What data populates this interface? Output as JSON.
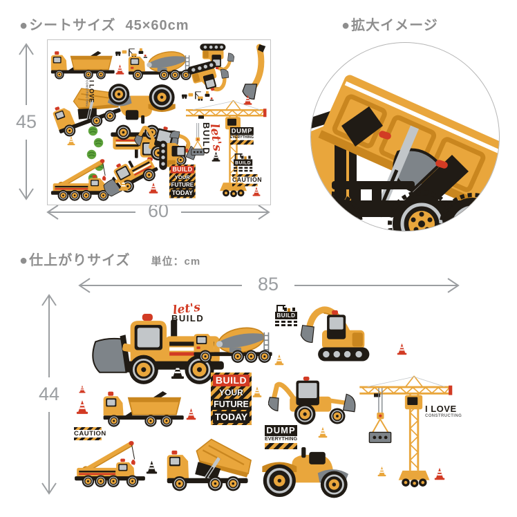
{
  "bullet": "●",
  "colors": {
    "yellow": "#E9A63C",
    "yellowDark": "#C9861F",
    "ink": "#201B15",
    "gray": "#7E8489",
    "grayLight": "#C2C6C9",
    "red": "#D23B24",
    "green": "#5FA43C",
    "greenDark": "#3E7D27",
    "heading": "#8E8E8E",
    "arrow": "#9B9EA1",
    "sheetBorder": "#C4C4C4"
  },
  "sections": {
    "sheet": {
      "title": "シートサイズ",
      "size": "45×60cm",
      "height": "45",
      "width": "60"
    },
    "zoom": {
      "title": "拡大イメージ"
    },
    "finished": {
      "title": "仕上がりサイズ",
      "unit": "単位：cm",
      "width": "85",
      "height": "44"
    }
  },
  "stickers": {
    "lets": "let's",
    "build": "BUILD",
    "future_sign": {
      "l1": "BUILD",
      "l2": "YOUR",
      "l3": "FUTURE",
      "l4": "TODAY"
    },
    "dump_sign": {
      "l1": "DUMP",
      "l2": "EVERYTHING"
    },
    "caution": "CAUTION",
    "love_sign": {
      "l1": "I LOVE",
      "l2": "CONSTRUCTING"
    }
  }
}
